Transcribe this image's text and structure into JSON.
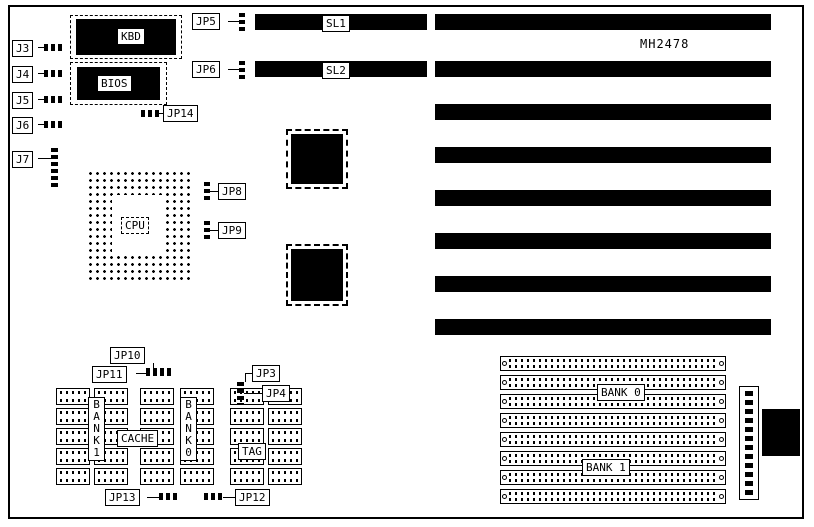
{
  "board": {
    "part_number": "MH2478",
    "connectors": {
      "j3": "J3",
      "j4": "J4",
      "j5": "J5",
      "j6": "J6",
      "j7": "J7"
    },
    "jumpers": {
      "jp3": "JP3",
      "jp4": "JP4",
      "jp5": "JP5",
      "jp6": "JP6",
      "jp8": "JP8",
      "jp9": "JP9",
      "jp10": "JP10",
      "jp11": "JP11",
      "jp12": "JP12",
      "jp13": "JP13",
      "jp14": "JP14"
    },
    "chips": {
      "kbd": "KBD",
      "bios": "BIOS",
      "cpu": "CPU"
    },
    "slots": {
      "sl1": "SL1",
      "sl2": "SL2"
    },
    "memory": {
      "bank0": "BANK 0",
      "bank1": "BANK 1",
      "cache_col_bank1": "BANK1",
      "cache_col_bank0": "BANK0",
      "cache": "CACHE",
      "tag": "TAG"
    }
  }
}
